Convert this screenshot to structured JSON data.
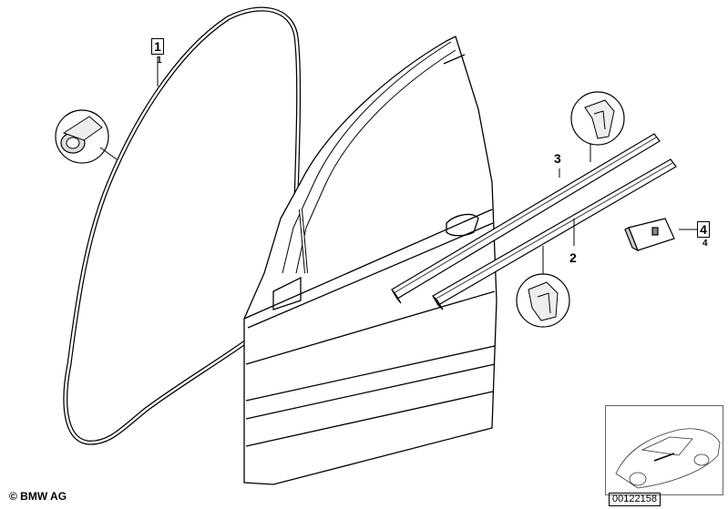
{
  "callouts": {
    "c1": {
      "number": "1",
      "sub": "1"
    },
    "c2": {
      "number": "2"
    },
    "c3": {
      "number": "3"
    },
    "c4": {
      "number": "4",
      "sub": "4"
    }
  },
  "footer": {
    "copyright": "© BMW AG",
    "drawing_number": "00122158"
  }
}
